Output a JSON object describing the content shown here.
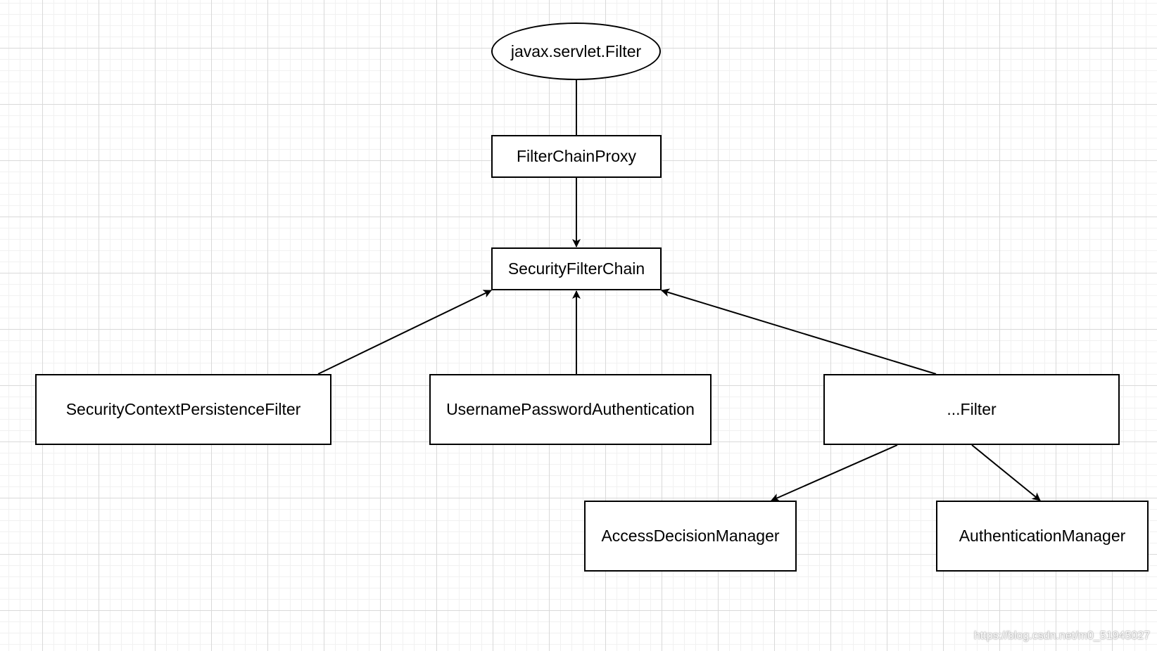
{
  "diagram": {
    "nodes": {
      "filter": {
        "label": "javax.servlet.Filter",
        "shape": "ellipse"
      },
      "proxy": {
        "label": "FilterChainProxy",
        "shape": "rectangle"
      },
      "chain": {
        "label": "SecurityFilterChain",
        "shape": "rectangle"
      },
      "scpf": {
        "label": "SecurityContextPersistenceFilter",
        "shape": "rectangle"
      },
      "upa": {
        "label": "UsernamePasswordAuthentication",
        "shape": "rectangle"
      },
      "other": {
        "label": "...Filter",
        "shape": "rectangle"
      },
      "adm": {
        "label": "AccessDecisionManager",
        "shape": "rectangle"
      },
      "am": {
        "label": "AuthenticationManager",
        "shape": "rectangle"
      }
    },
    "edges": [
      {
        "from": "filter",
        "to": "proxy",
        "arrow": false
      },
      {
        "from": "proxy",
        "to": "chain",
        "arrow": true
      },
      {
        "from": "scpf",
        "to": "chain",
        "arrow": true
      },
      {
        "from": "upa",
        "to": "chain",
        "arrow": true
      },
      {
        "from": "other",
        "to": "chain",
        "arrow": true
      },
      {
        "from": "other",
        "to": "adm",
        "arrow": true
      },
      {
        "from": "other",
        "to": "am",
        "arrow": true
      }
    ]
  },
  "watermark": "https://blog.csdn.net/m0_51945027",
  "colors": {
    "stroke": "#000000",
    "background": "#ffffff",
    "grid_major": "#d9d9d9",
    "grid_minor": "#f1f1f1"
  }
}
